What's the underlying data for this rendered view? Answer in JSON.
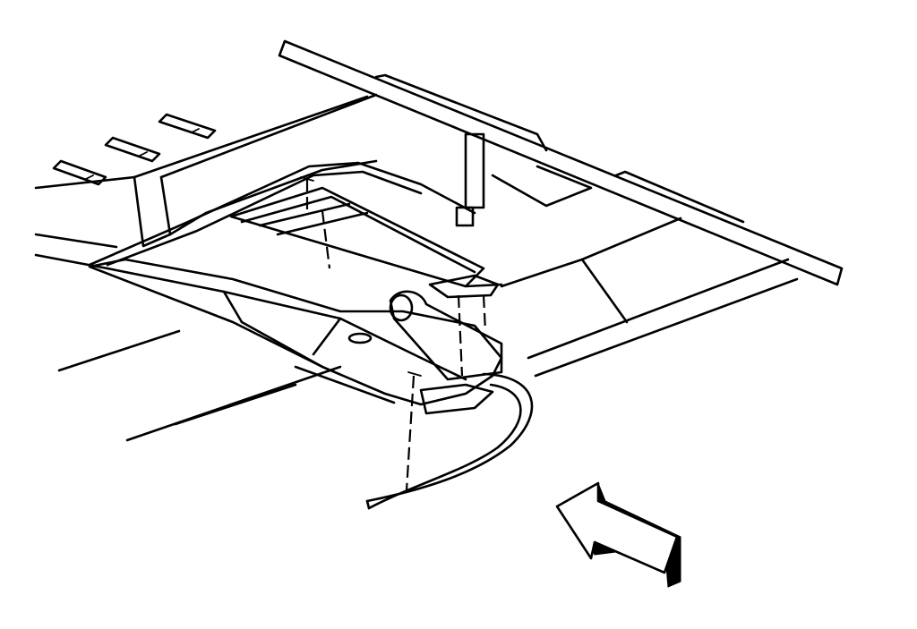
{
  "diagram": {
    "ink_color": "#000000",
    "background_color": "#ffffff",
    "parts": [
      "roof-rail",
      "roof-panel",
      "windshield-frame",
      "overhead-console-opening",
      "overhead-console",
      "console-mounting-screw",
      "wiring-harness",
      "view-direction-arrow"
    ]
  }
}
